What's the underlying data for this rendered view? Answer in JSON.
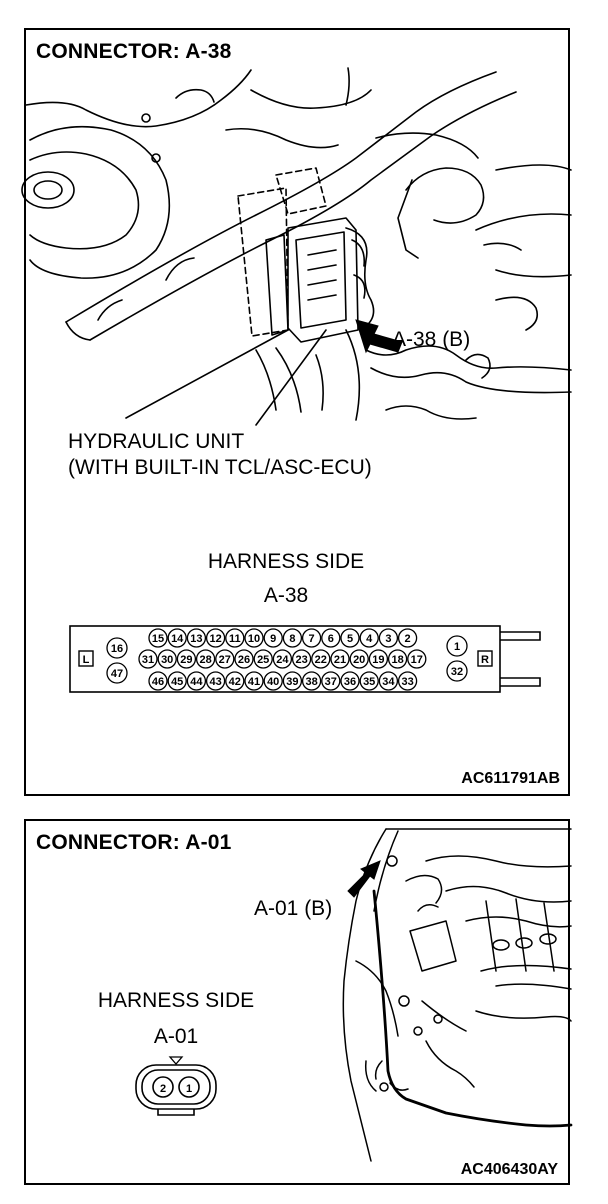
{
  "connector_a38": {
    "title": "CONNECTOR: A-38",
    "callout": "A-38 (B)",
    "unit_label_line1": "HYDRAULIC UNIT",
    "unit_label_line2": "(WITH BUILT-IN TCL/ASC-ECU)",
    "harness_side": "HARNESS SIDE",
    "connector_id": "A-38",
    "side_left": "L",
    "side_right": "R",
    "left_pins": [
      "16",
      "47"
    ],
    "right_pins": [
      "1",
      "32"
    ],
    "row_top": [
      "15",
      "14",
      "13",
      "12",
      "11",
      "10",
      "9",
      "8",
      "7",
      "6",
      "5",
      "4",
      "3",
      "2"
    ],
    "row_mid": [
      "31",
      "30",
      "29",
      "28",
      "27",
      "26",
      "25",
      "24",
      "23",
      "22",
      "21",
      "20",
      "19",
      "18",
      "17"
    ],
    "row_bottom": [
      "46",
      "45",
      "44",
      "43",
      "42",
      "41",
      "40",
      "39",
      "38",
      "37",
      "36",
      "35",
      "34",
      "33"
    ],
    "figure_code": "AC611791AB"
  },
  "connector_a01": {
    "title": "CONNECTOR: A-01",
    "callout": "A-01 (B)",
    "harness_side": "HARNESS SIDE",
    "connector_id": "A-01",
    "pins": [
      "2",
      "1"
    ],
    "figure_code": "AC406430AY"
  }
}
